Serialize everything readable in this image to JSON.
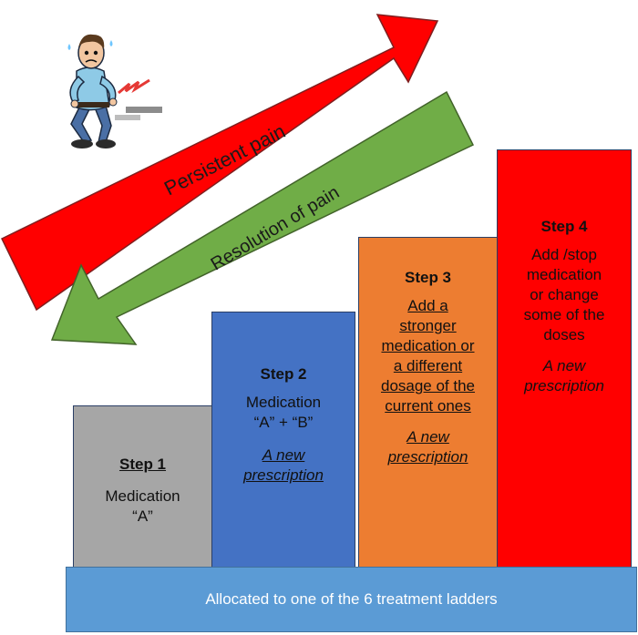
{
  "arrows": {
    "persistent_label": "Persistent pain",
    "resolution_label": "Resolution of pain",
    "persistent_color": "#ff0000",
    "resolution_color": "#70ad47"
  },
  "steps": [
    {
      "title": "Step 1",
      "body": [
        "Medication",
        "“A”"
      ],
      "color": "#a6a6a6"
    },
    {
      "title": "Step 2",
      "body": [
        "Medication",
        "“A” + “B”"
      ],
      "rx": [
        "A new",
        "prescription"
      ],
      "color": "#4472c4"
    },
    {
      "title": "Step 3",
      "body": [
        "Add a",
        "stronger",
        "medication or",
        "a different",
        "dosage of the",
        "current ones"
      ],
      "rx": [
        "A new",
        "prescription"
      ],
      "color": "#ed7d31"
    },
    {
      "title": "Step 4",
      "body": [
        "Add /stop",
        "medication",
        "or change",
        "some of the",
        "doses"
      ],
      "rx": [
        "A new",
        "prescription"
      ],
      "color": "#ff0000"
    }
  ],
  "base_label": "Allocated to one of the 6 treatment ladders",
  "icons": {
    "person": "man-back-pain-icon"
  }
}
